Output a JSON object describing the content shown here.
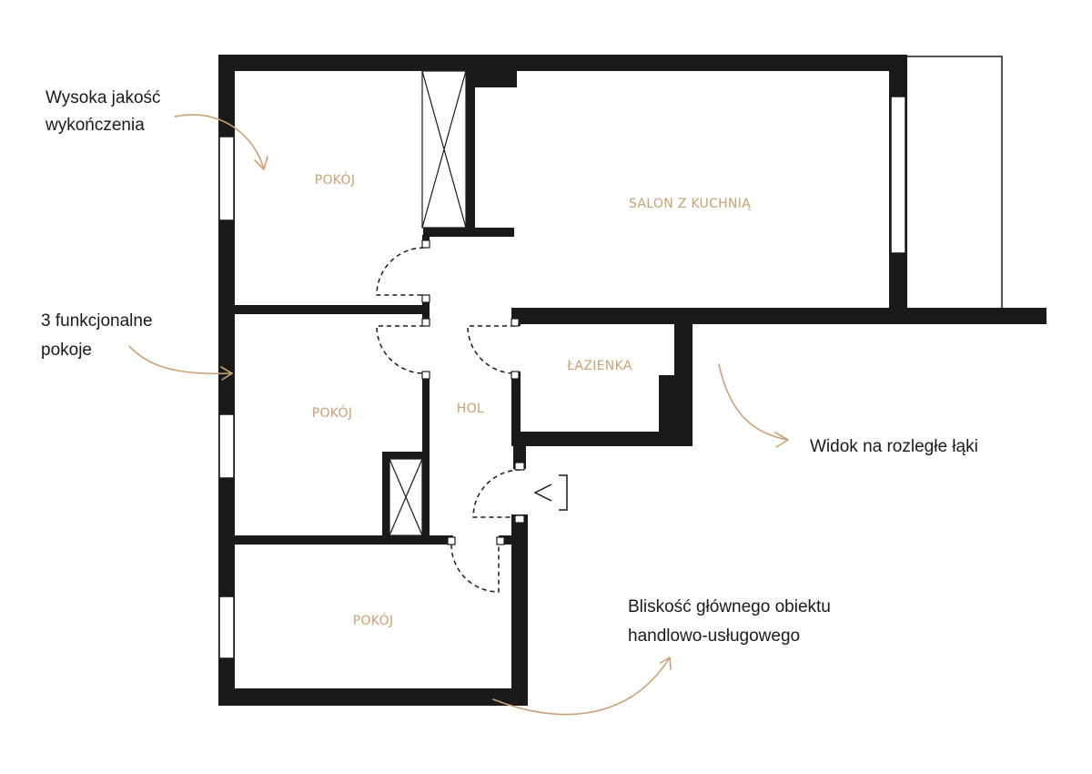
{
  "colors": {
    "wall": "#1a1a1a",
    "accent": "#c9a075",
    "background": "#ffffff"
  },
  "rooms": {
    "pokoj_1": "POKÓJ",
    "salon": "SALON Z KUCHNIĄ",
    "pokoj_2": "POKÓJ",
    "hol": "HOL",
    "lazienka": "ŁAZIENKA",
    "pokoj_3": "POKÓJ"
  },
  "callouts": {
    "quality": [
      "Wysoka jakość",
      "wykończenia"
    ],
    "rooms_count": [
      "3 funkcjonalne",
      "pokoje"
    ],
    "view": [
      "Widok na rozległe łąki"
    ],
    "proximity": [
      "Bliskość głównego obiektu",
      "handlowo-usługowego"
    ]
  },
  "icons": {
    "entrance": "entrance-arrow-icon",
    "arrow": "curved-arrow-icon",
    "shaft": "ventilation-shaft-icon",
    "door": "door-swing-icon",
    "window": "window-icon"
  }
}
